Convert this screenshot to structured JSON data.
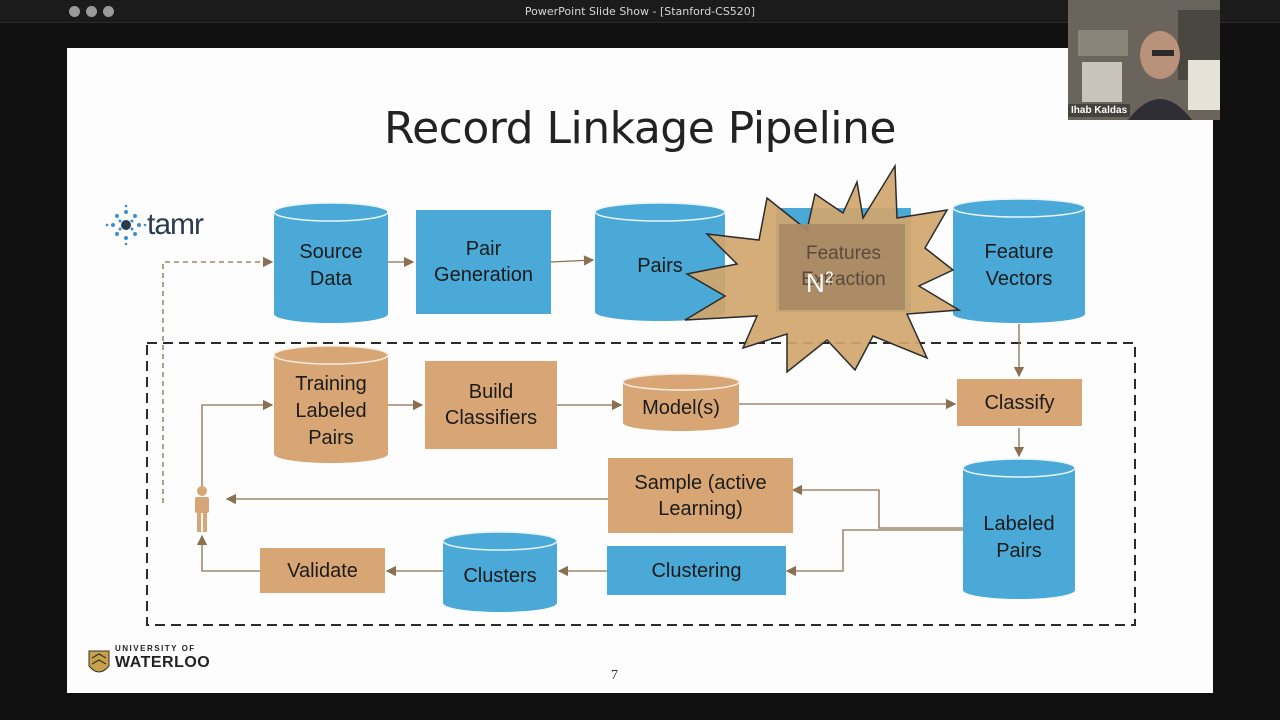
{
  "window": {
    "title": "PowerPoint Slide Show - [Stanford-CS520]"
  },
  "slide": {
    "title": "Record Linkage Pipeline",
    "page_number": "7",
    "logo_tamr": "tamr",
    "logo_university_line1": "UNIVERSITY OF",
    "logo_university_line2": "WATERLOO"
  },
  "nodes": {
    "source_data": "Source\nData",
    "pair_generation": "Pair\nGeneration",
    "pairs": "Pairs",
    "features_extraction": "Features\nExtraction",
    "feature_vectors": "Feature\nVectors",
    "training_labeled_pairs": "Training\nLabeled\nPairs",
    "build_classifiers": "Build\nClassifiers",
    "models": "Model(s)",
    "classify": "Classify",
    "labeled_pairs": "Labeled\nPairs",
    "sample_active_learning": "Sample (active\nLearning)",
    "clustering": "Clustering",
    "clusters": "Clusters",
    "validate": "Validate"
  },
  "callout": {
    "text": "N",
    "superscript": "2"
  },
  "participant": {
    "name": "Ihab Kaldas"
  },
  "colors": {
    "blue": "#4aa9d6",
    "tan": "#d8a674",
    "starburst": "#d1a66e"
  }
}
